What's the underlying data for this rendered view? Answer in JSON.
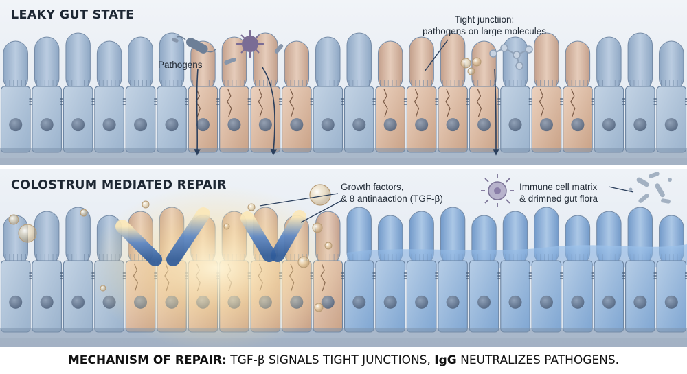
{
  "panels": {
    "top_title": "LEAKY GUT STATE",
    "bottom_title": "COLOSTRUM MEDIATED REPAIR"
  },
  "labels": {
    "pathogens": "Pathogens",
    "tight_junction_line1": "Tight junctiion:",
    "tight_junction_line2": "pathogens on large molecules",
    "growth_factors_line1": "Growth factors,",
    "growth_factors_line2": "& 8 antinaaction (TGF-β)",
    "immune_line1": "Immune cell matrix",
    "immune_line2": "& drimned gut flora"
  },
  "caption": {
    "lead": "MECHANISM OF REPAIR:",
    "part1": " TGF-β SIGNALS TIGHT JUNCTIONS, ",
    "igg": "IgG",
    "part2": " NEUTRALIZES PATHOGENS."
  },
  "colors": {
    "healthy_cell": "#a9bfd6",
    "damaged_cell": "#d8b49a",
    "repaired_cell": "#8fb2d8",
    "glow": "#ffd98a",
    "antibody_blue": "#3f6fb0"
  }
}
